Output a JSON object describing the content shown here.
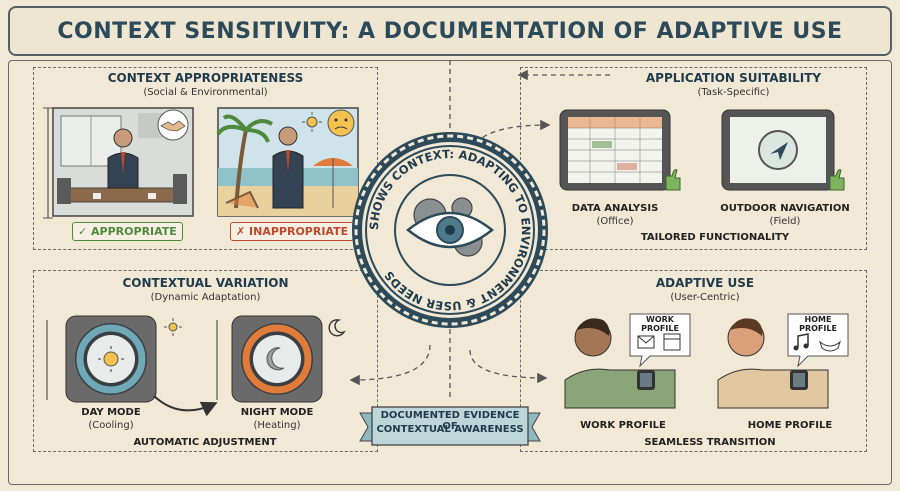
{
  "title": "CONTEXT SENSITIVITY: A DOCUMENTATION OF ADAPTIVE USE",
  "center": {
    "seal_text": "SHOWS CONTEXT: ADAPTING TO ENVIRONMENT & USER NEEDS",
    "banner_line1": "DOCUMENTED EVIDENCE OF",
    "banner_line2": "CONTEXTUAL AWARENESS"
  },
  "panels": {
    "appropriateness": {
      "title": "CONTEXT APPROPRIATENESS",
      "subtitle": "(Social & Environmental)",
      "appropriate": "APPROPRIATE",
      "inappropriate": "INAPPROPRIATE"
    },
    "suitability": {
      "title": "APPLICATION SUITABILITY",
      "subtitle": "(Task-Specific)",
      "left_label": "DATA ANALYSIS",
      "left_sub": "(Office)",
      "right_label": "OUTDOOR NAVIGATION",
      "right_sub": "(Field)",
      "caption": "TAILORED FUNCTIONALITY"
    },
    "variation": {
      "title": "CONTEXTUAL VARIATION",
      "subtitle": "(Dynamic Adaptation)",
      "left_label": "DAY MODE",
      "left_sub": "(Cooling)",
      "right_label": "NIGHT MODE",
      "right_sub": "(Heating)",
      "caption": "AUTOMATIC ADJUSTMENT"
    },
    "adaptive": {
      "title": "ADAPTIVE USE",
      "subtitle": "(User-Centric)",
      "work_bubble": "WORK PROFILE",
      "home_bubble": "HOME PROFILE",
      "left_label": "WORK PROFILE",
      "right_label": "HOME PROFILE",
      "caption": "SEAMLESS TRANSITION"
    }
  },
  "colors": {
    "title": "#2d4a5a",
    "good": "#4f8a3c",
    "bad": "#c0492b",
    "accent": "#e07b39"
  }
}
